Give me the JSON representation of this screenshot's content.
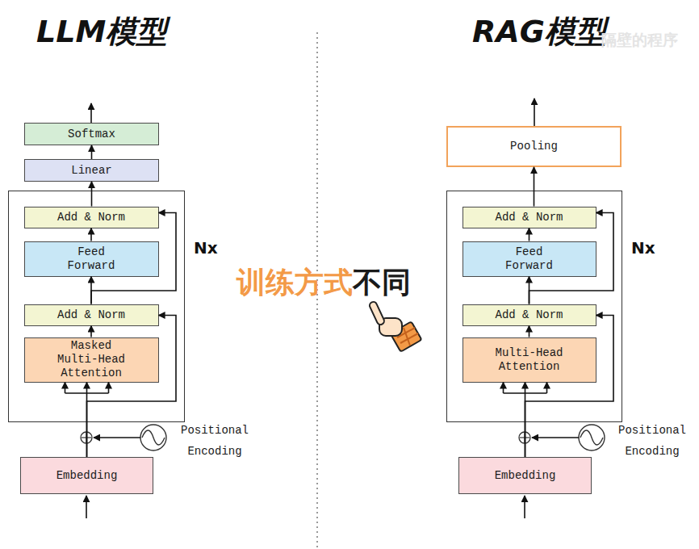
{
  "diagram": {
    "nodes": [
      {
        "text": [
          "Softmax"
        ]
      },
      {
        "text": [
          "Linear"
        ]
      },
      {
        "text": [
          "Nx"
        ]
      },
      {
        "text": [
          "Add & Norm"
        ],
        "in": 2
      },
      {
        "text": [
          "Feed Forward"
        ],
        "in": 2
      },
      {
        "text": [
          "Add & Norm"
        ],
        "in": 2
      },
      {
        "text": [
          "Masked Multi-Head Attention"
        ],
        "in": 2
      },
      {
        "text": [
          "Embedding"
        ]
      },
      {
        "text": [
          "Pooling"
        ]
      },
      {
        "text": [
          "Nx"
        ]
      },
      {
        "text": [
          "Add & Norm"
        ],
        "in": 9
      },
      {
        "text": [
          "Feed Forward"
        ],
        "in": 9
      },
      {
        "text": [
          "Add & Norm"
        ],
        "in": 9
      },
      {
        "text": [
          "Multi-Head Attention"
        ],
        "in": 9
      },
      {
        "text": [
          "Embedding"
        ]
      }
    ],
    "edges": [
      {
        "from": 1,
        "to": 0,
        "arrow": "to"
      },
      {
        "from": 3,
        "to": 1,
        "arrow": "to"
      },
      {
        "from": 4,
        "to": 3,
        "arrow": "to"
      },
      {
        "from": 5,
        "to": 4,
        "arrow": "to"
      },
      {
        "from": 5,
        "to": 3,
        "arrow": "to"
      },
      {
        "from": 6,
        "to": 5,
        "arrow": "to"
      },
      {
        "from": 7,
        "to": 6,
        "arrow": "to"
      },
      {
        "from": 7,
        "to": 5,
        "arrow": "to"
      },
      {
        "from": 10,
        "to": 8,
        "arrow": "to"
      },
      {
        "from": 11,
        "to": 10,
        "arrow": "to"
      },
      {
        "from": 12,
        "to": 11,
        "arrow": "to"
      },
      {
        "from": 12,
        "to": 10,
        "arrow": "to"
      },
      {
        "from": 13,
        "to": 12,
        "arrow": "to"
      },
      {
        "from": 14,
        "to": 13,
        "arrow": "to"
      },
      {
        "from": 14,
        "to": 12,
        "arrow": "to"
      }
    ],
    "labels": [
      "LLM模型",
      "RAG模型",
      "隔壁的程序",
      "训练方式",
      "不同",
      "Positional Encoding",
      "Positional Encoding"
    ]
  }
}
